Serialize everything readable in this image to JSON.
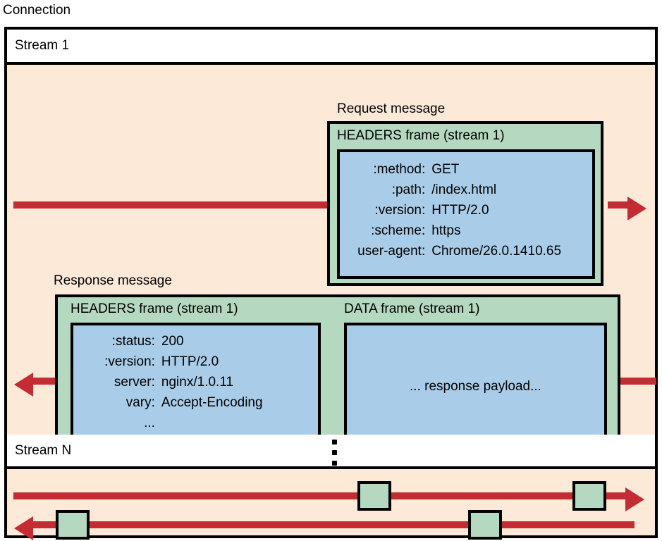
{
  "diagram": {
    "caption": "Connection",
    "colors": {
      "connection_bg": "#fce9d7",
      "stream_header_bg": "#ffffff",
      "frame_green": "#b5d9c0",
      "payload_blue": "#a9cde9",
      "arrow_red": "#c22c32",
      "outline": "#000000"
    }
  },
  "stream1": {
    "header_label": "Stream 1",
    "request": {
      "group_label": "Request message",
      "frame_title": "HEADERS frame (stream 1)",
      "headers": [
        {
          "key": ":method:",
          "value": "GET"
        },
        {
          "key": ":path:",
          "value": "/index.html"
        },
        {
          "key": ":version:",
          "value": "HTTP/2.0"
        },
        {
          "key": ":scheme:",
          "value": "https"
        },
        {
          "key": "user-agent:",
          "value": "Chrome/26.0.1410.65"
        }
      ]
    },
    "response": {
      "group_label": "Response message",
      "headers_frame_title": "HEADERS frame (stream 1)",
      "headers": [
        {
          "key": ":status:",
          "value": "200"
        },
        {
          "key": ":version:",
          "value": "HTTP/2.0"
        },
        {
          "key": "server:",
          "value": "nginx/1.0.11"
        },
        {
          "key": "vary:",
          "value": "Accept-Encoding"
        },
        {
          "key": "...",
          "value": ""
        }
      ],
      "data_frame_title": "DATA frame (stream 1)",
      "data_payload_text": "... response payload..."
    }
  },
  "streamN": {
    "header_label": "Stream N",
    "ellipsis": "vertical-ellipsis"
  }
}
